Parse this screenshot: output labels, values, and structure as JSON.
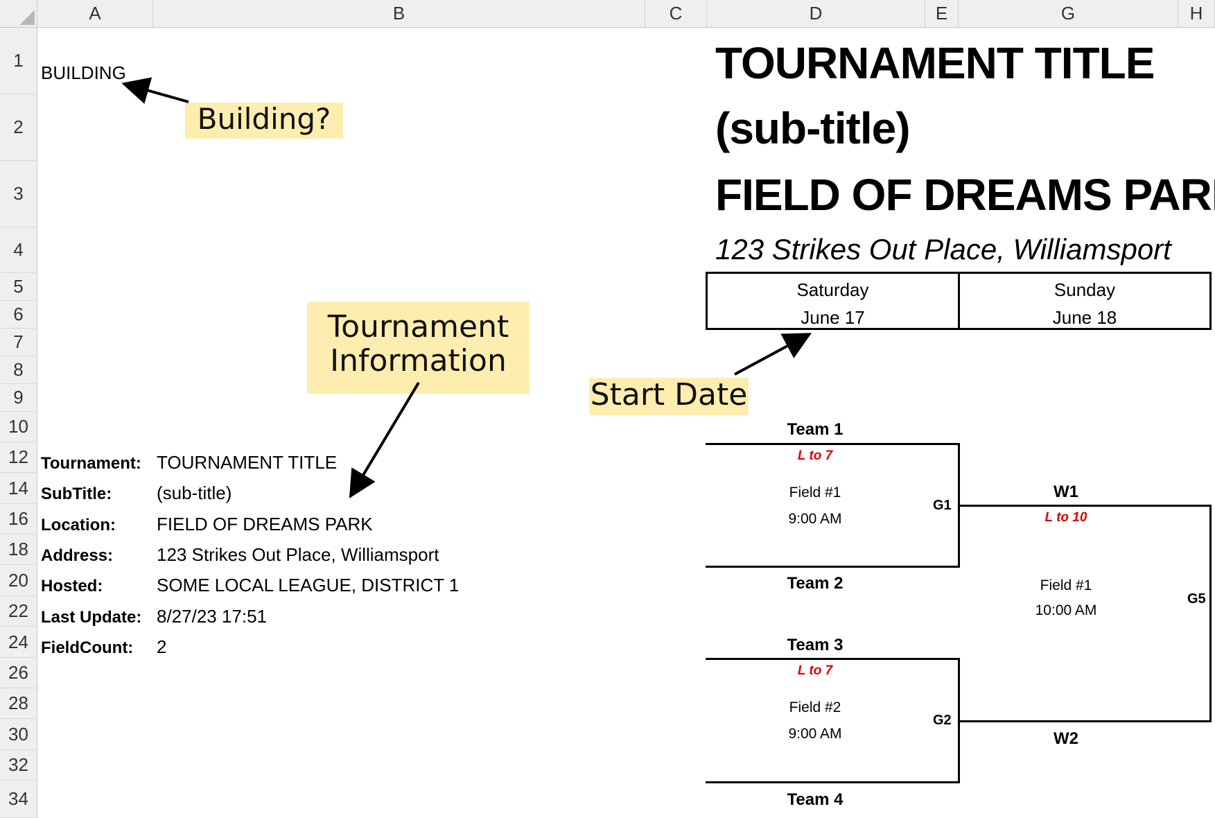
{
  "columns": [
    "A",
    "B",
    "C",
    "D",
    "E",
    "G",
    "H"
  ],
  "rows": [
    "1",
    "2",
    "3",
    "4",
    "5",
    "6",
    "7",
    "8",
    "9",
    "10",
    "12",
    "14",
    "16",
    "18",
    "20",
    "22",
    "24",
    "26",
    "28",
    "30",
    "32",
    "34"
  ],
  "cell_a1": "BUILDING",
  "info": [
    {
      "label": "Tournament:",
      "value": "TOURNAMENT TITLE"
    },
    {
      "label": "SubTitle:",
      "value": "(sub-title)"
    },
    {
      "label": "Location:",
      "value": "FIELD OF DREAMS PARK"
    },
    {
      "label": "Address:",
      "value": "123 Strikes Out Place, Williamsport"
    },
    {
      "label": "Hosted:",
      "value": "SOME LOCAL LEAGUE, DISTRICT 1"
    },
    {
      "label": "Last Update:",
      "value": "8/27/23 17:51"
    },
    {
      "label": "FieldCount:",
      "value": "2"
    }
  ],
  "header": {
    "title": "TOURNAMENT TITLE",
    "subtitle": "(sub-title)",
    "location": "FIELD OF DREAMS PARK",
    "address": "123 Strikes Out Place, Williamsport"
  },
  "dates": [
    {
      "day": "Saturday",
      "date": "June 17"
    },
    {
      "day": "Sunday",
      "date": "June 18"
    }
  ],
  "bracket": {
    "team1": "Team 1",
    "team2": "Team 2",
    "team3": "Team 3",
    "team4": "Team 4",
    "g1": {
      "label": "G1",
      "loser": "L to 7",
      "field": "Field #1",
      "time": "9:00 AM"
    },
    "g2": {
      "label": "G2",
      "loser": "L to 7",
      "field": "Field #2",
      "time": "9:00 AM"
    },
    "g5": {
      "label": "G5",
      "loser": "L to 10",
      "field": "Field #1",
      "time": "10:00 AM"
    },
    "w1": "W1",
    "w2": "W2"
  },
  "callouts": {
    "building": "Building?",
    "tournament_info_line1": "Tournament",
    "tournament_info_line2": "Information",
    "start_date": "Start Date"
  },
  "colors": {
    "callout_bg": "#fdeeb0",
    "loser_text": "#e00000",
    "header_bg": "#efefef"
  }
}
